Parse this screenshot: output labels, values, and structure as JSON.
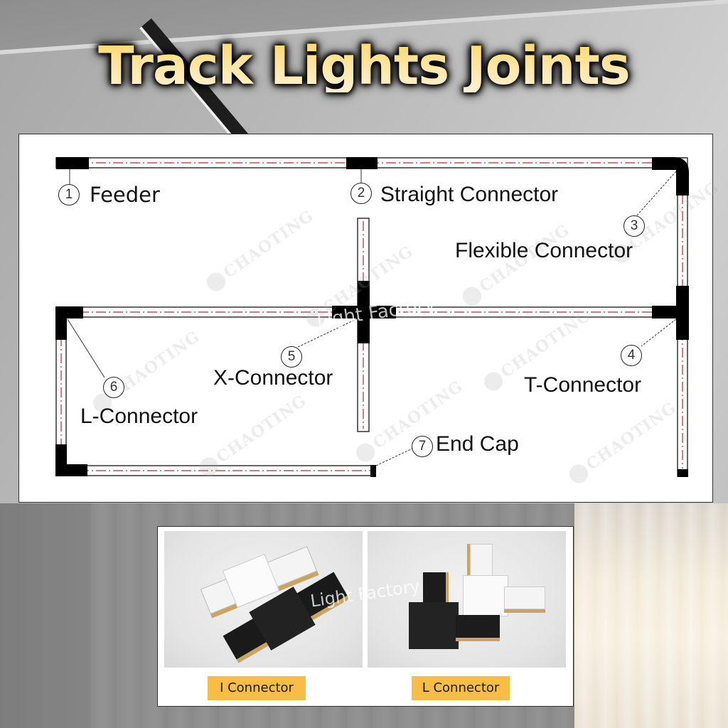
{
  "title": "Track Lights Joints",
  "diagram": {
    "components": [
      {
        "number": "1",
        "label": "Feeder"
      },
      {
        "number": "2",
        "label": "Straight Connector"
      },
      {
        "number": "3",
        "label": "Flexible Connector"
      },
      {
        "number": "4",
        "label": "T-Connector"
      },
      {
        "number": "5",
        "label": "X-Connector"
      },
      {
        "number": "6",
        "label": "L-Connector"
      },
      {
        "number": "7",
        "label": "End Cap"
      }
    ],
    "watermark_brand": "CHAOTING",
    "watermark_overlay": "Light Factory"
  },
  "photos": {
    "items": [
      {
        "caption": "I Connector"
      },
      {
        "caption": "L Connector"
      }
    ],
    "watermark_overlay": "Light Factory"
  },
  "colors": {
    "title_fill": "#ffe08a",
    "caption_bg": "#f7bd45",
    "track_centerline": "#b03030",
    "connector": "#000000"
  }
}
